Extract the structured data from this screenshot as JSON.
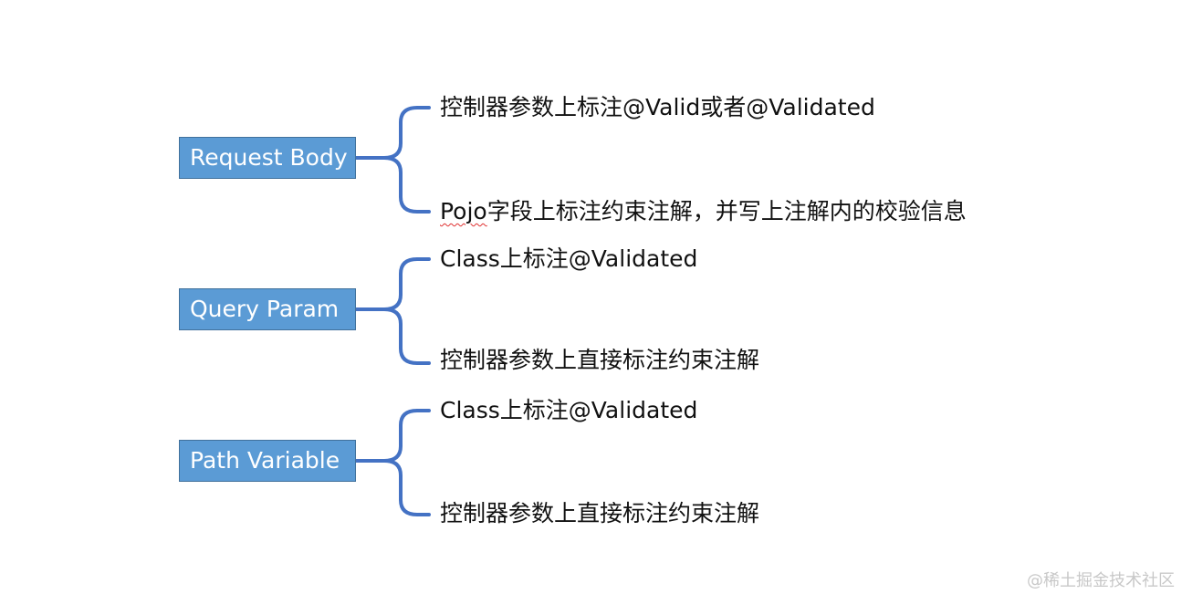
{
  "colors": {
    "node_fill": "#5b9bd5",
    "node_border": "#41719c",
    "bracket": "#4472c4",
    "text": "#111111"
  },
  "groups": [
    {
      "label": "Request Body",
      "items": [
        "控制器参数上标注@Valid或者@Validated",
        "字段上标注约束注解，并写上注解内的校验信息"
      ],
      "first_word_underlined": "Pojo"
    },
    {
      "label": "Query Param",
      "items": [
        "Class上标注@Validated",
        "控制器参数上直接标注约束注解"
      ]
    },
    {
      "label": "Path Variable",
      "items": [
        "Class上标注@Validated",
        "控制器参数上直接标注约束注解"
      ]
    }
  ],
  "watermark": "@稀土掘金技术社区"
}
